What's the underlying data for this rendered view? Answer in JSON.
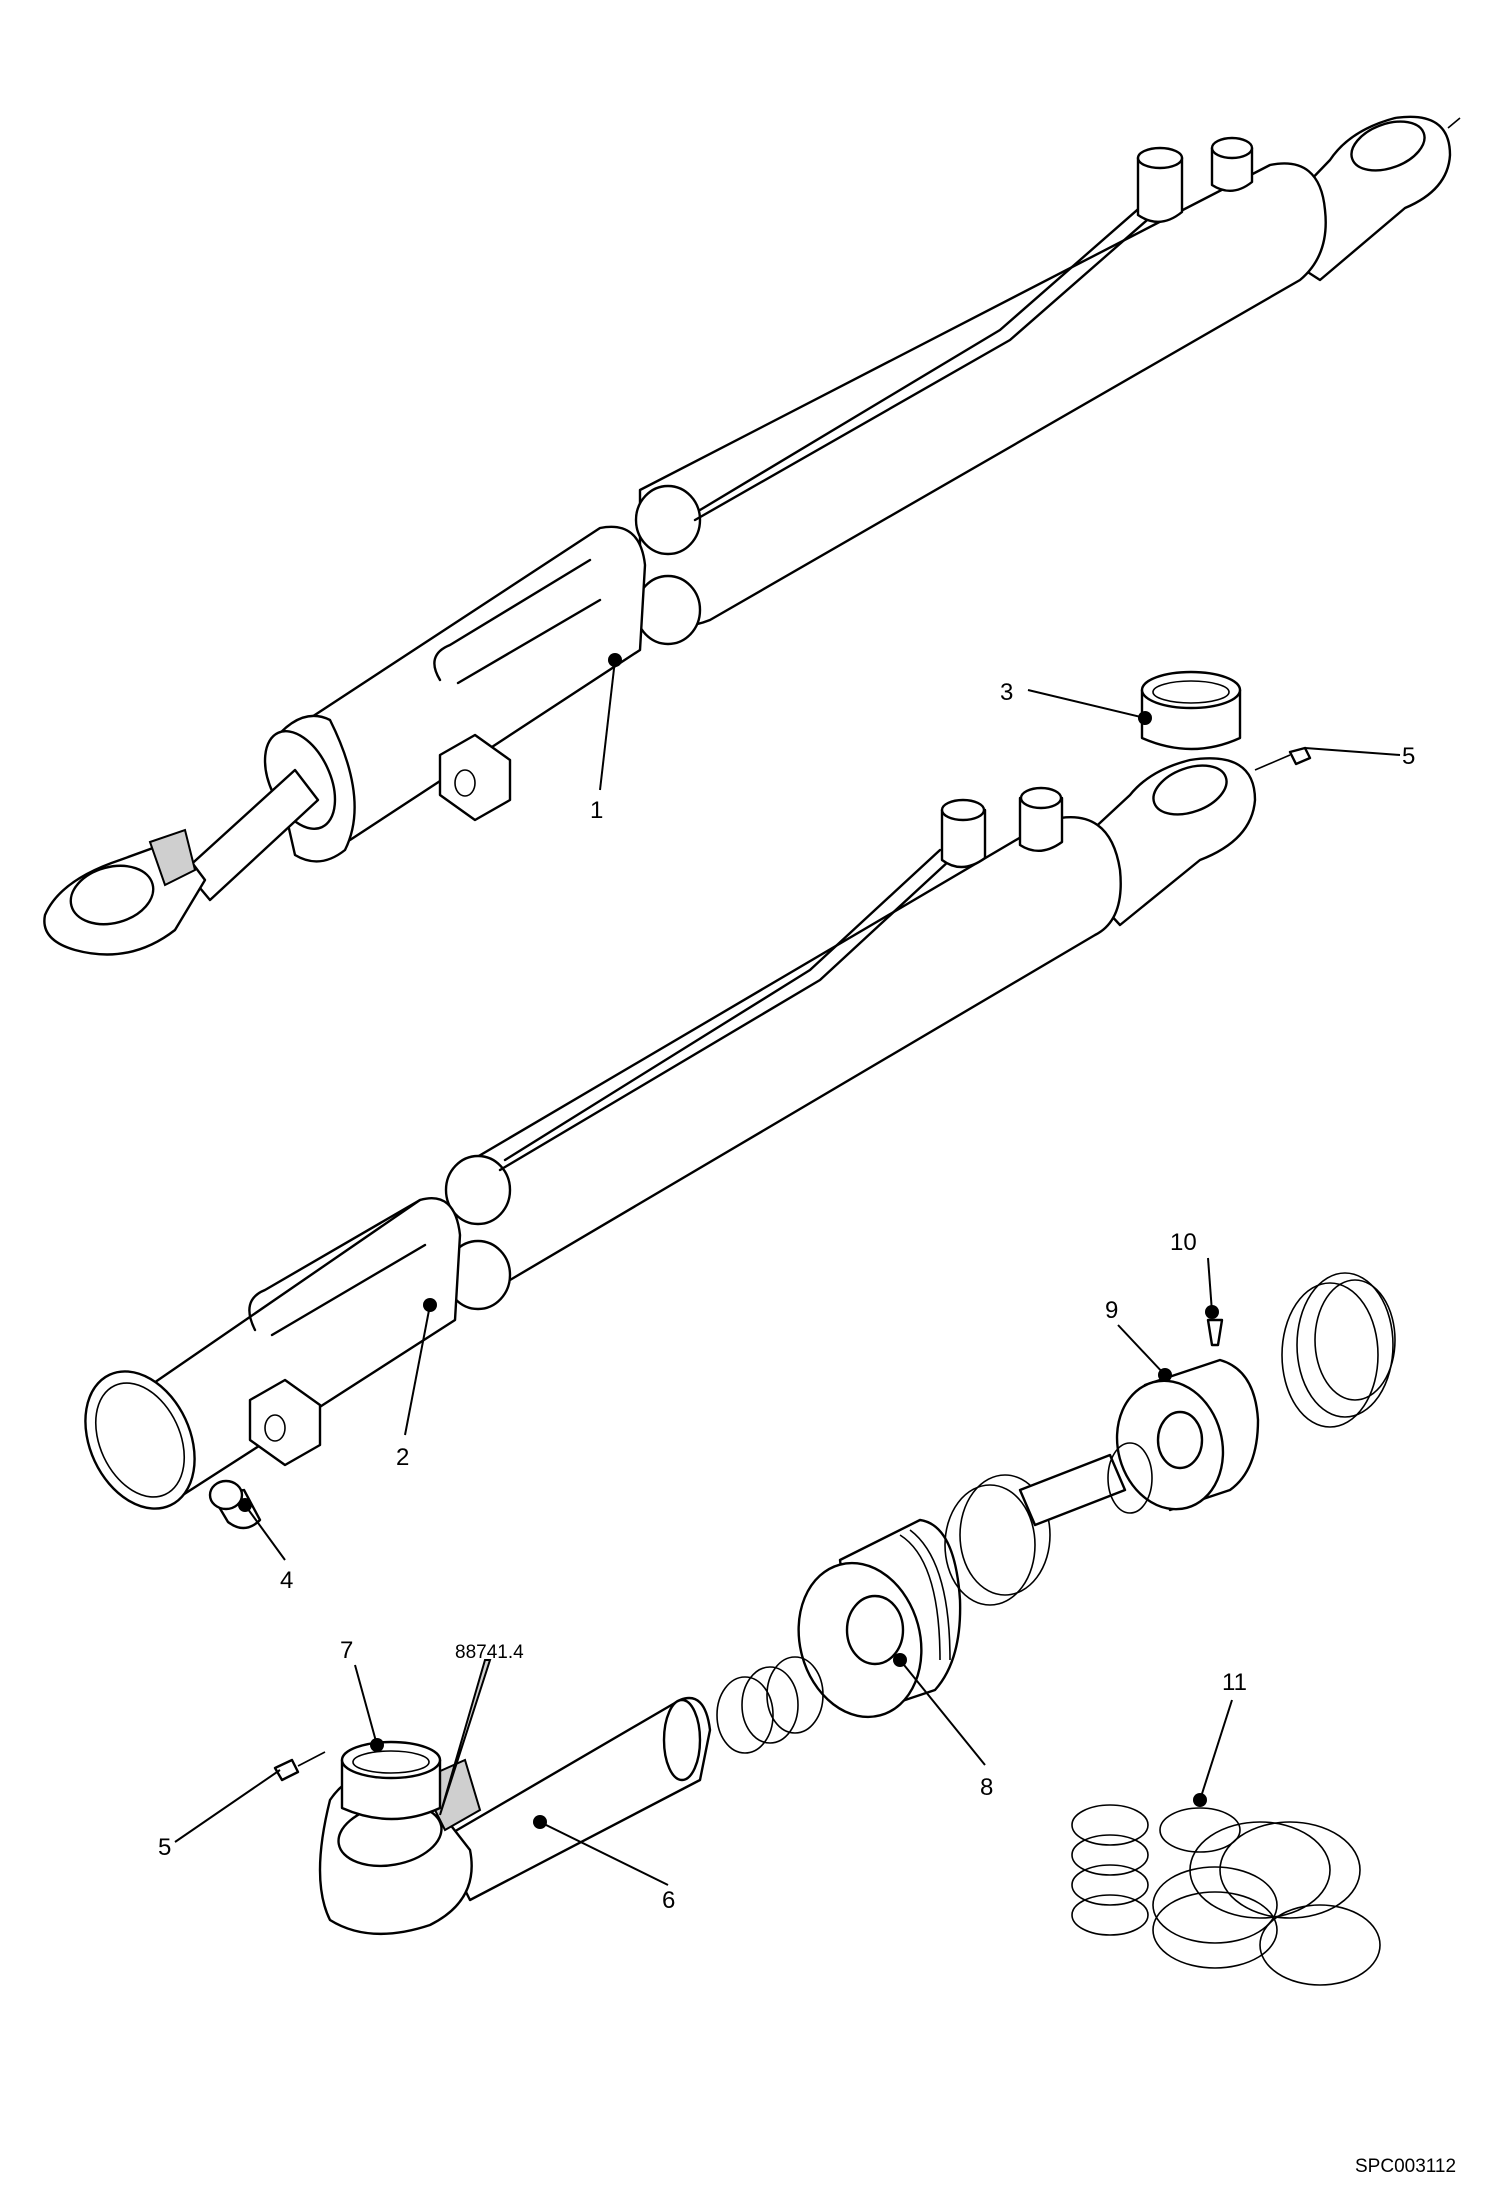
{
  "callouts": {
    "c1": "1",
    "c2": "2",
    "c3": "3",
    "c4": "4",
    "c5a": "5",
    "c5b": "5",
    "c6": "6",
    "c7": "7",
    "c8": "8",
    "c9": "9",
    "c10": "10",
    "c11": "11",
    "ref": "88741.4"
  },
  "drawing_code": "SPC003112"
}
